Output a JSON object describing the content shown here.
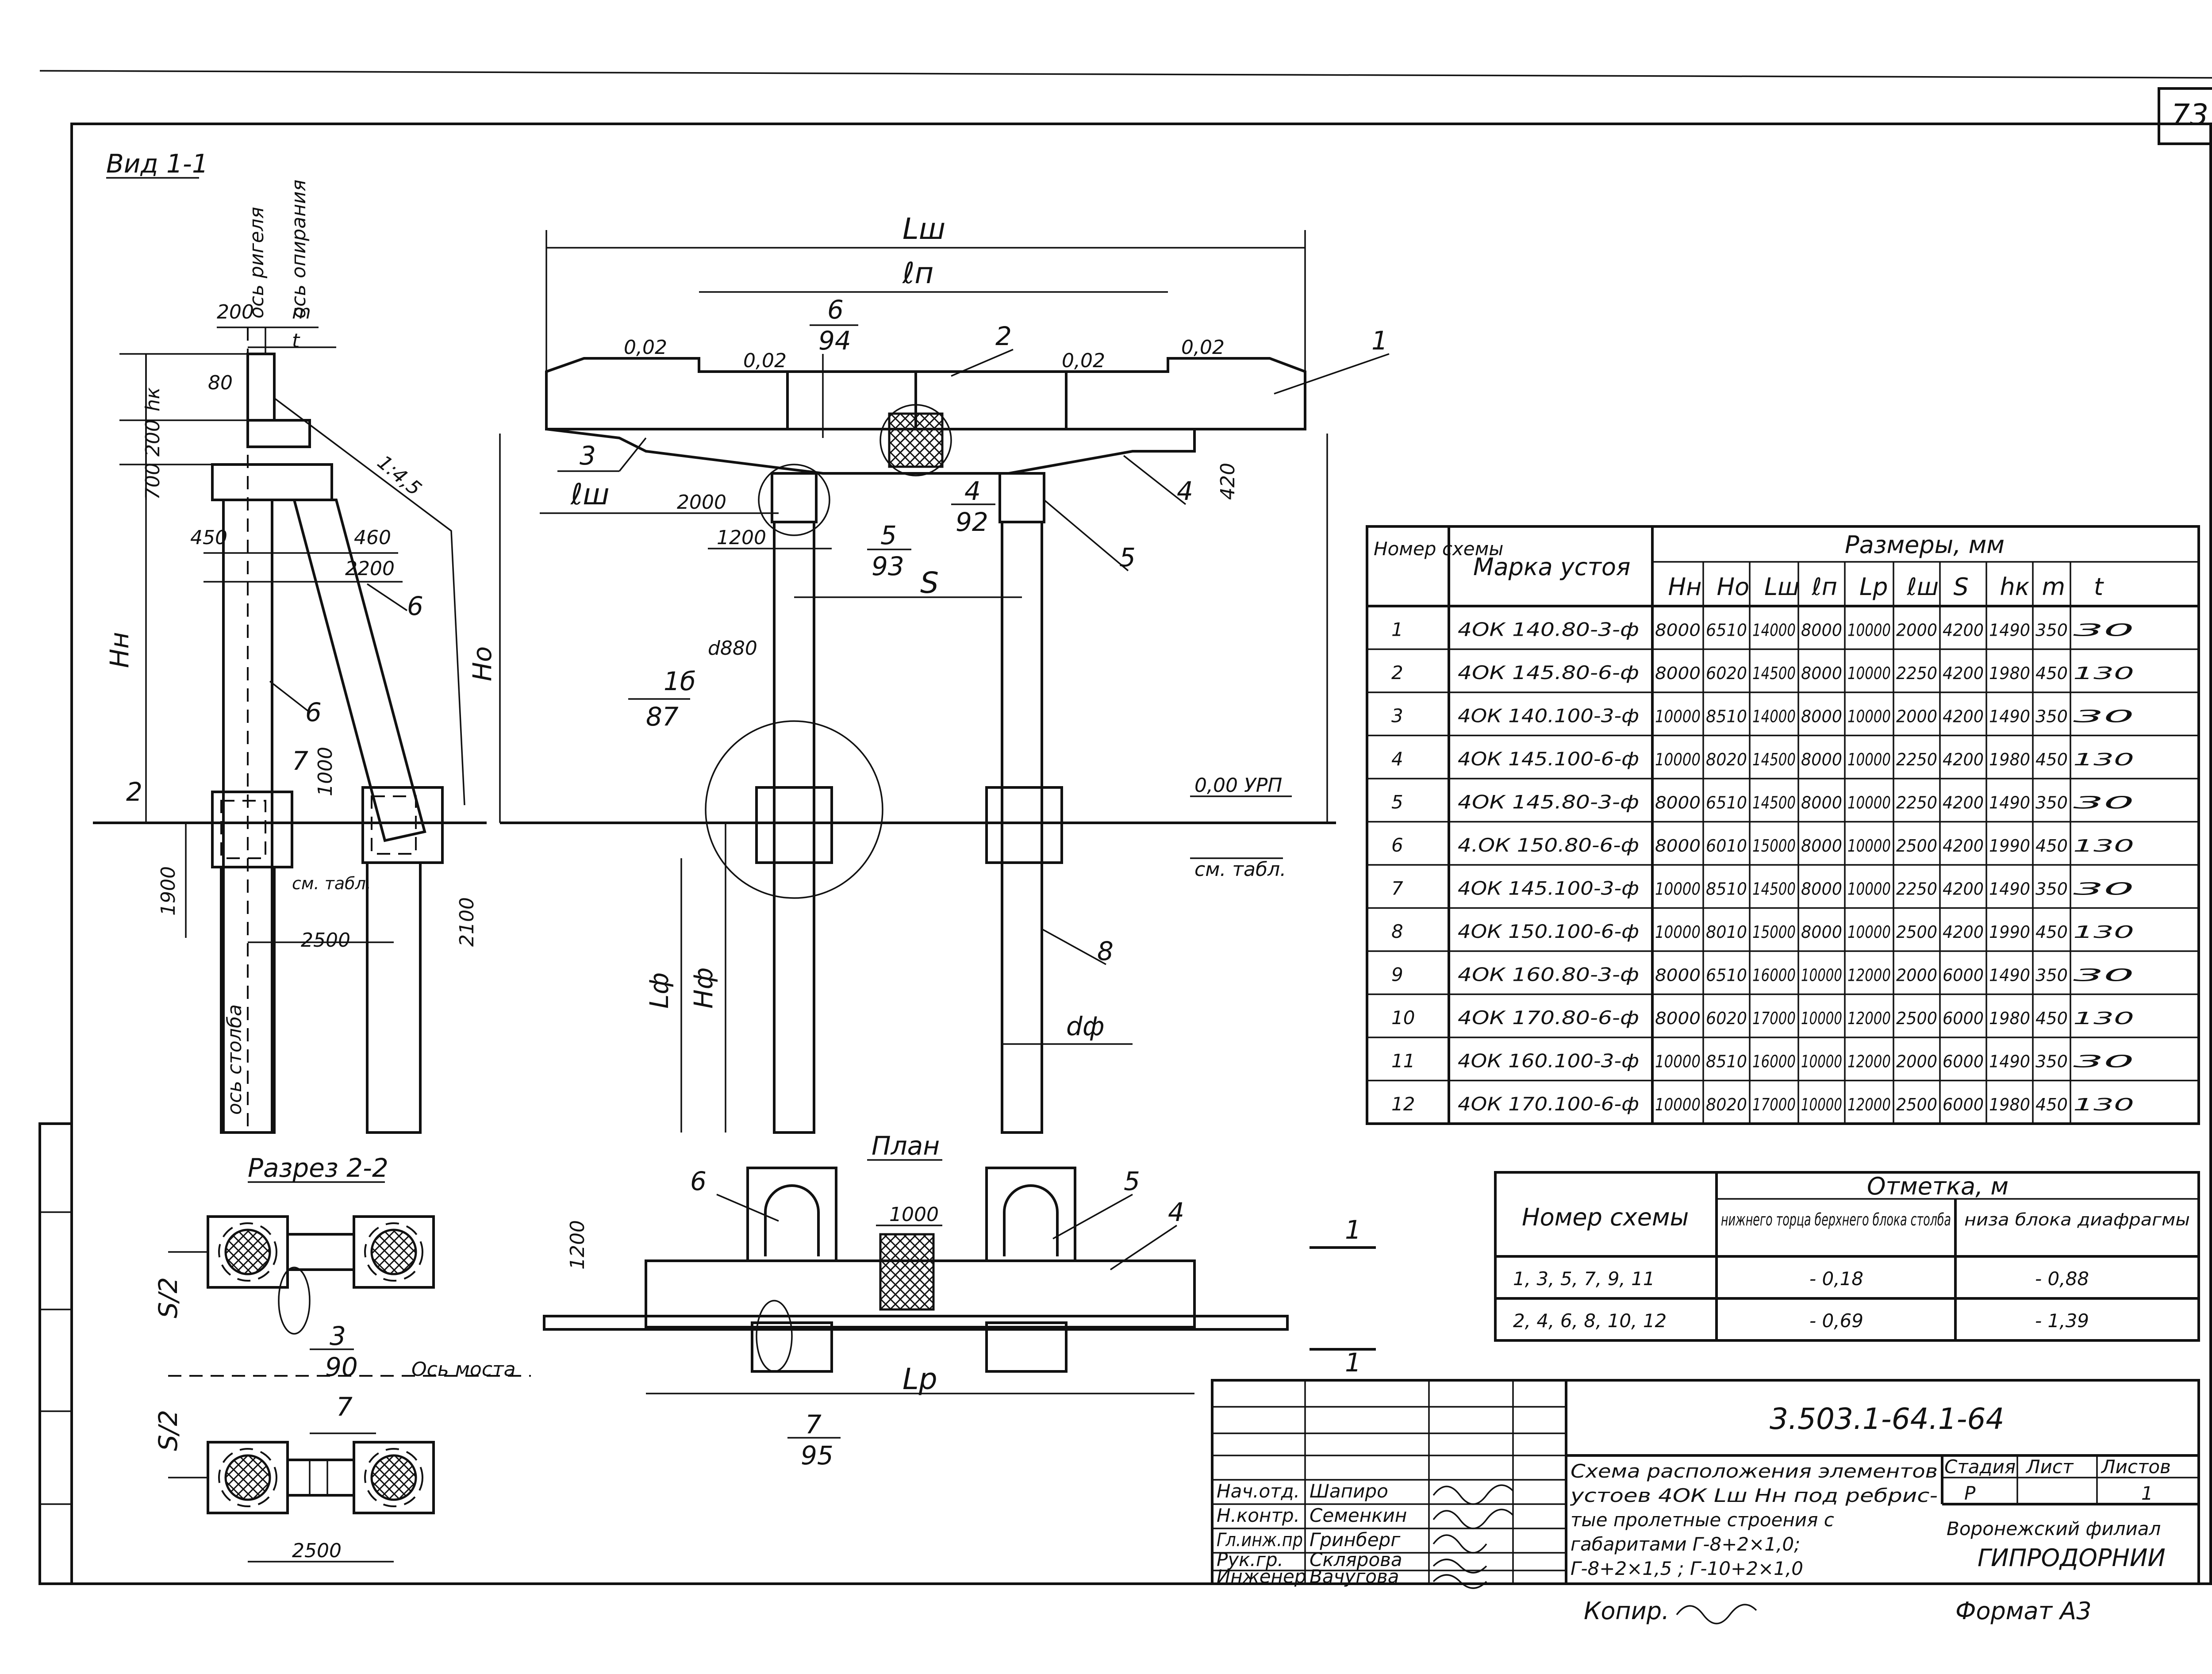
{
  "page_number": "73",
  "views": {
    "side_view": "Вид 1-1",
    "section": "Разрез 2-2",
    "plan": "План"
  },
  "axes": {
    "crossbar_axis": "ось ригеля",
    "support_axis": "ось опирания",
    "column_axis": "ось столба",
    "bridge_axis": "Ось моста"
  },
  "dims": {
    "d200": "200",
    "m": "m",
    "t": "t",
    "d80": "80",
    "hk": "hк",
    "d700_200": "700 200",
    "slope": "1:4,5",
    "d450": "450",
    "d460": "460",
    "d2200": "2200",
    "Hn": "Hн",
    "Ho": "Hо",
    "two": "2",
    "d1000": "1000",
    "d1900": "1900",
    "d2100": "2100",
    "d2500": "2500",
    "see_table": "см. табл.",
    "Lsh": "Lш",
    "ln": "ℓп",
    "slope_002": "0,02",
    "lsh": "ℓш",
    "d2000": "2000",
    "d1200": "1200",
    "d420": "420",
    "S": "S",
    "d880": "d880",
    "zero": "0,00 УРП",
    "Lf": "Lф",
    "Hf": "Hф",
    "df": "dф",
    "S2": "S/2",
    "Lp": "Lр",
    "d1000b": "1000",
    "d1200b": "1200",
    "d2500b": "2500"
  },
  "callouts": {
    "c1": "1",
    "c2": "2",
    "c3": "3",
    "c4": "4",
    "c5": "5",
    "c6": "6",
    "c7": "7",
    "c8": "8",
    "s6_94": [
      "6",
      "94"
    ],
    "s4_92": [
      "4",
      "92"
    ],
    "s5_93": [
      "5",
      "93"
    ],
    "s1_87": [
      "1б",
      "87"
    ],
    "s3_90": [
      "3",
      "90"
    ],
    "s7_95": [
      "7",
      "95"
    ]
  },
  "sizes_table": {
    "header_num": "Номер схемы",
    "header_mark": "Марка устоя",
    "header_sizes": "Размеры, мм",
    "columns": [
      "Hн",
      "Hо",
      "Lш",
      "ℓп",
      "Lр",
      "ℓш",
      "S",
      "hк",
      "m",
      "t"
    ],
    "rows": [
      [
        "1",
        "4ОК 140.80-3-ф",
        "8000",
        "6510",
        "14000",
        "8000",
        "10000",
        "2000",
        "4200",
        "1490",
        "350",
        "30"
      ],
      [
        "2",
        "4ОК 145.80-6-ф",
        "8000",
        "6020",
        "14500",
        "8000",
        "10000",
        "2250",
        "4200",
        "1980",
        "450",
        "130"
      ],
      [
        "3",
        "4ОК 140.100-3-ф",
        "10000",
        "8510",
        "14000",
        "8000",
        "10000",
        "2000",
        "4200",
        "1490",
        "350",
        "30"
      ],
      [
        "4",
        "4ОК 145.100-6-ф",
        "10000",
        "8020",
        "14500",
        "8000",
        "10000",
        "2250",
        "4200",
        "1980",
        "450",
        "130"
      ],
      [
        "5",
        "4ОК 145.80-3-ф",
        "8000",
        "6510",
        "14500",
        "8000",
        "10000",
        "2250",
        "4200",
        "1490",
        "350",
        "30"
      ],
      [
        "6",
        "4.ОК 150.80-6-ф",
        "8000",
        "6010",
        "15000",
        "8000",
        "10000",
        "2500",
        "4200",
        "1990",
        "450",
        "130"
      ],
      [
        "7",
        "4ОК 145.100-3-ф",
        "10000",
        "8510",
        "14500",
        "8000",
        "10000",
        "2250",
        "4200",
        "1490",
        "350",
        "30"
      ],
      [
        "8",
        "4ОК 150.100-6-ф",
        "10000",
        "8010",
        "15000",
        "8000",
        "10000",
        "2500",
        "4200",
        "1990",
        "450",
        "130"
      ],
      [
        "9",
        "4ОК 160.80-3-ф",
        "8000",
        "6510",
        "16000",
        "10000",
        "12000",
        "2000",
        "6000",
        "1490",
        "350",
        "30"
      ],
      [
        "10",
        "4ОК 170.80-6-ф",
        "8000",
        "6020",
        "17000",
        "10000",
        "12000",
        "2500",
        "6000",
        "1980",
        "450",
        "130"
      ],
      [
        "11",
        "4ОК 160.100-3-ф",
        "10000",
        "8510",
        "16000",
        "10000",
        "12000",
        "2000",
        "6000",
        "1490",
        "350",
        "30"
      ],
      [
        "12",
        "4ОК 170.100-6-ф",
        "10000",
        "8020",
        "17000",
        "10000",
        "12000",
        "2500",
        "6000",
        "1980",
        "450",
        "130"
      ]
    ]
  },
  "marks_table": {
    "header_num": "Номер схемы",
    "header_mark": "Отметка, м",
    "sub1": "нижнего торца берхнего блока столба",
    "sub2": "низа блока диафрагмы",
    "rows": [
      [
        "1, 3, 5, 7, 9, 11",
        "- 0,18",
        "- 0,88"
      ],
      [
        "2, 4, 6, 8, 10, 12",
        "- 0,69",
        "- 1,39"
      ]
    ]
  },
  "title_block": {
    "code": "3.503.1-64.1-64",
    "people": [
      [
        "Нач.отд.",
        "Шапиро"
      ],
      [
        "Н.контр.",
        "Семенкин"
      ],
      [
        "Гл.инж.пр",
        "Гринберг"
      ],
      [
        "Рук.гр.",
        "Склярова"
      ],
      [
        "Инженер",
        "Вачугова"
      ]
    ],
    "title_lines": [
      "Схема расположения элементов",
      "устоев 4ОК Lш Hн под ребрис-",
      "тые пролетные строения с",
      "габаритами  Г-8+2×1,0;",
      "Г-8+2×1,5 ;  Г-10+2×1,0"
    ],
    "stage_label": "Стадия",
    "sheet_label": "Лист",
    "sheets_label": "Листов",
    "stage": "Р",
    "sheets": "1",
    "org1": "Воронежский филиал",
    "org2": "ГИПРОДОРНИИ"
  },
  "footer": {
    "copy": "Копир.",
    "format": "Формат А3"
  }
}
